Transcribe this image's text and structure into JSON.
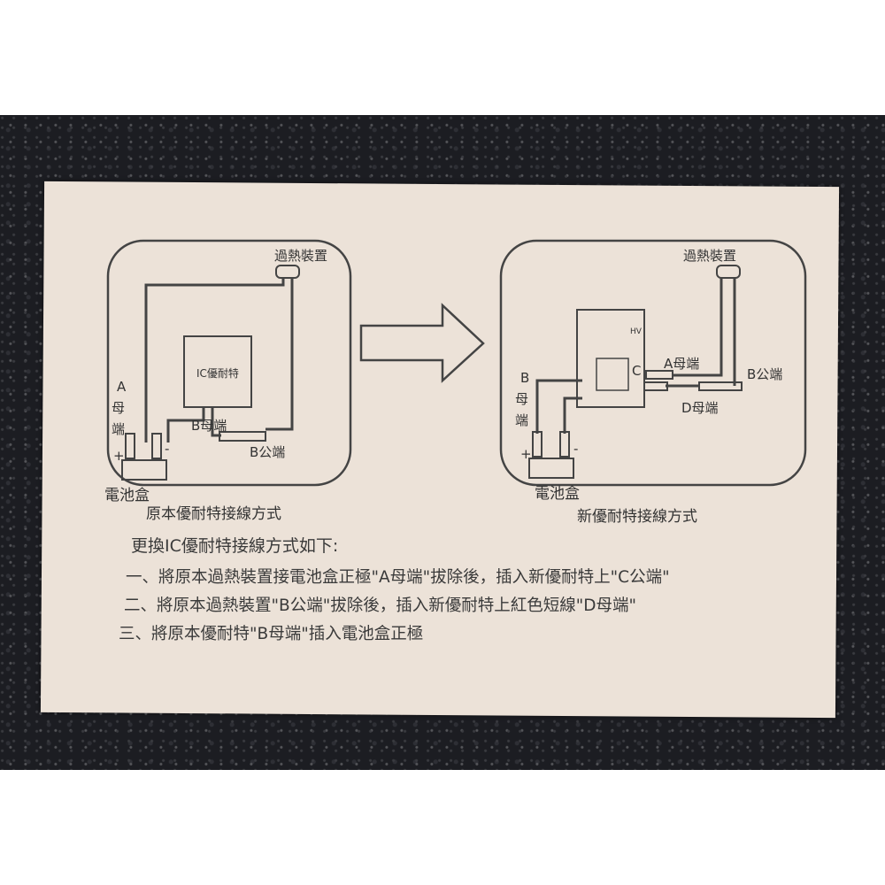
{
  "left_diagram": {
    "heater_label": "過熱裝置",
    "ic_label": "IC優耐特",
    "a_label": [
      "A",
      "母",
      "端"
    ],
    "b_female_label": "B母端",
    "b_male_label": "B公端",
    "plus": "+",
    "minus": "-",
    "battery_label": "電池盒",
    "caption": "原本優耐特接線方式"
  },
  "right_diagram": {
    "heater_label": "過熱裝置",
    "b_label": [
      "B",
      "母",
      "端"
    ],
    "c_label": "C",
    "a_female_label": "A母端",
    "b_male_label": "B公端",
    "d_female_label": "D母端",
    "board_text": "HV",
    "plus": "+",
    "minus": "-",
    "battery_label": "電池盒",
    "caption": "新優耐特接線方式"
  },
  "instructions": {
    "title": "更換IC優耐特接線方式如下:",
    "steps": [
      "一、將原本過熱裝置接電池盒正極\"A母端\"拔除後，插入新優耐特上\"C公端\"",
      "二、將原本過熱裝置\"B公端\"拔除後，插入新優耐特上紅色短線\"D母端\"",
      "三、將原本優耐特\"B母端\"插入電池盒正極"
    ]
  },
  "colors": {
    "paper": "#ece2d8",
    "ink": "#3a3a3a",
    "background": "#1c1d22"
  }
}
